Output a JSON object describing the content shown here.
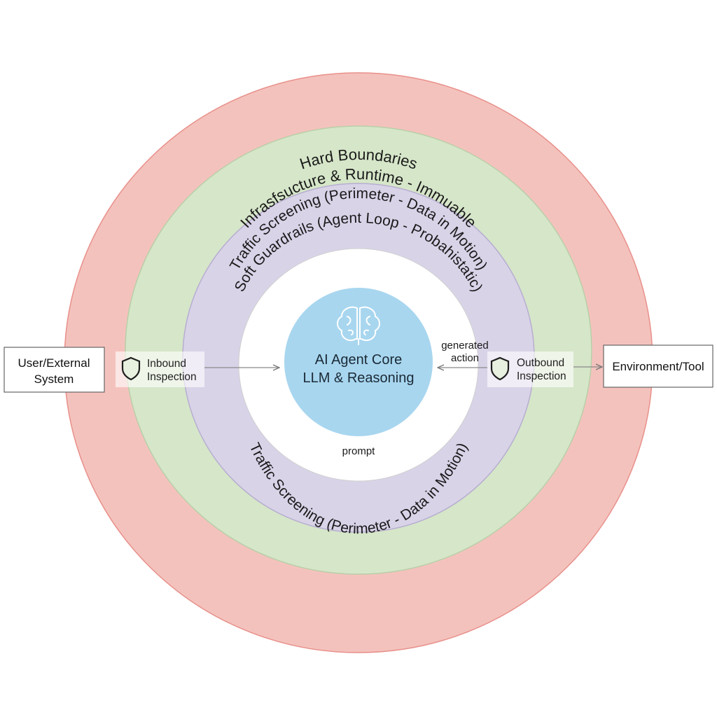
{
  "layers": {
    "hard": {
      "title": "Hard Boundaries",
      "subtitle": "Infrasfsucture & Runtime - Immuable",
      "color": "#f4c2bd",
      "stroke": "#e8908a"
    },
    "traffic": {
      "label_top": "Traffic Screening (Perimeter - Data in Motion)",
      "label_bottom": "Traffic Screening (Perimeter - Data in Motion)",
      "color": "#d6e6c9",
      "stroke": "#b9cfa8"
    },
    "soft": {
      "label": "Soft Guardrails (Agent Loop - Probahistatic)",
      "color": "#d9d3e8",
      "stroke": "#b7aed0"
    },
    "inner": {
      "color": "#ffffff"
    }
  },
  "core": {
    "icon": "brain-icon",
    "line1": "AI Agent Core",
    "line2": "LLM & Reasoning",
    "color": "#a8d6ef"
  },
  "flow": {
    "prompt_label": "prompt",
    "generated_label_1": "generated",
    "generated_label_2": "action"
  },
  "inbound": {
    "icon": "shield-icon",
    "line1": "Inbound",
    "line2": "Inspection"
  },
  "outbound": {
    "icon": "shield-icon",
    "line1": "Outbound",
    "line2": "Inspection"
  },
  "external": {
    "line1": "User/External",
    "line2": "System"
  },
  "environment": {
    "label": "Environment/Tool"
  }
}
